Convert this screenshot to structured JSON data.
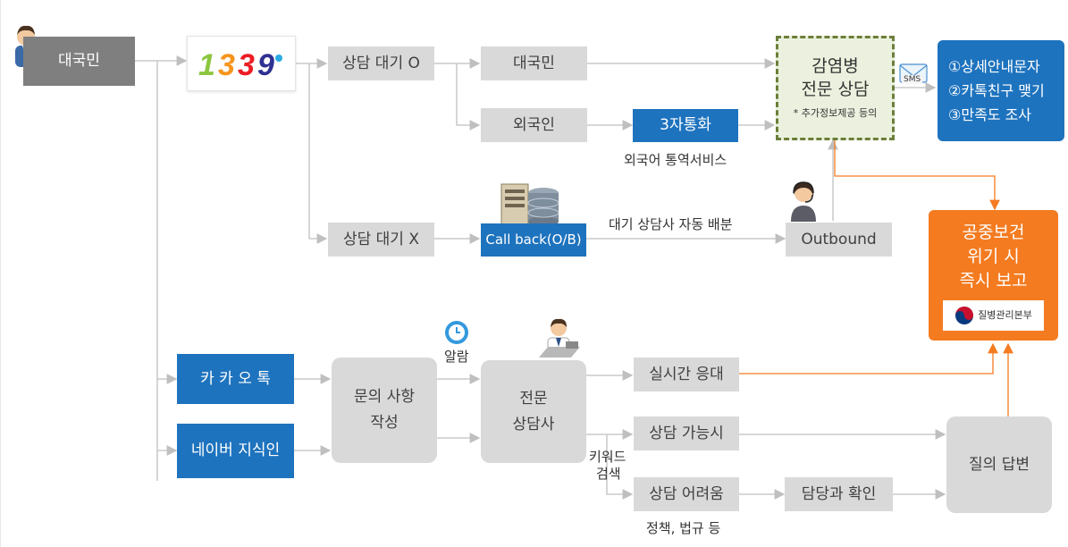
{
  "source": {
    "label": "대국민",
    "icon": "person-icon"
  },
  "logo": {
    "text": "1339"
  },
  "wait_o": "상담 대기 O",
  "wait_x": "상담 대기 X",
  "citizen": "대국민",
  "foreigner": "외국인",
  "three_way_call": "3자통화",
  "interpreter_service": "외국어 통역서비스",
  "specialist": {
    "line1": "감염병",
    "line2": "전문 상담",
    "note": "* 추가정보제공 등의"
  },
  "sms": {
    "label": "SMS",
    "icon": "envelope-icon"
  },
  "followups": [
    "①상세안내문자",
    "②카톡친구 맺기",
    "③만족도 조사"
  ],
  "callback": {
    "label": "Call back(O/B)",
    "icon": "database-server-icon"
  },
  "auto_assign": "대기 상담사 자동 배분",
  "outbound": {
    "label": "Outbound",
    "icon": "headset-agent-icon"
  },
  "report": {
    "line1": "공중보건",
    "line2": "위기 시",
    "line3": "즉시 보고",
    "kdca_label": "질병관리본부"
  },
  "kakaotalk": "카 카 오 톡",
  "naver": "네이버 지식인",
  "inquiry": {
    "line1": "문의 사항",
    "line2": "작성"
  },
  "alarm": {
    "label": "알람",
    "icon": "alarm-clock-icon"
  },
  "counselor": {
    "line1": "전문",
    "line2": "상담사",
    "icon": "counselor-icon"
  },
  "realtime": "실시간 응대",
  "possible": "상담 가능시",
  "difficult": "상담 어려움",
  "keyword": {
    "line1": "키워드",
    "line2": "검색"
  },
  "dept_check": "담당과 확인",
  "policy_note": "정책, 법규 등",
  "answer": "질의 답변",
  "colors": {
    "gray_box": "#d9d9d9",
    "dark_box": "#7f7f7f",
    "blue_box": "#1e73be",
    "report_box": "#f47b20",
    "specialist_box": "#ebf1de",
    "dashed_border": "#6b7f3a"
  }
}
